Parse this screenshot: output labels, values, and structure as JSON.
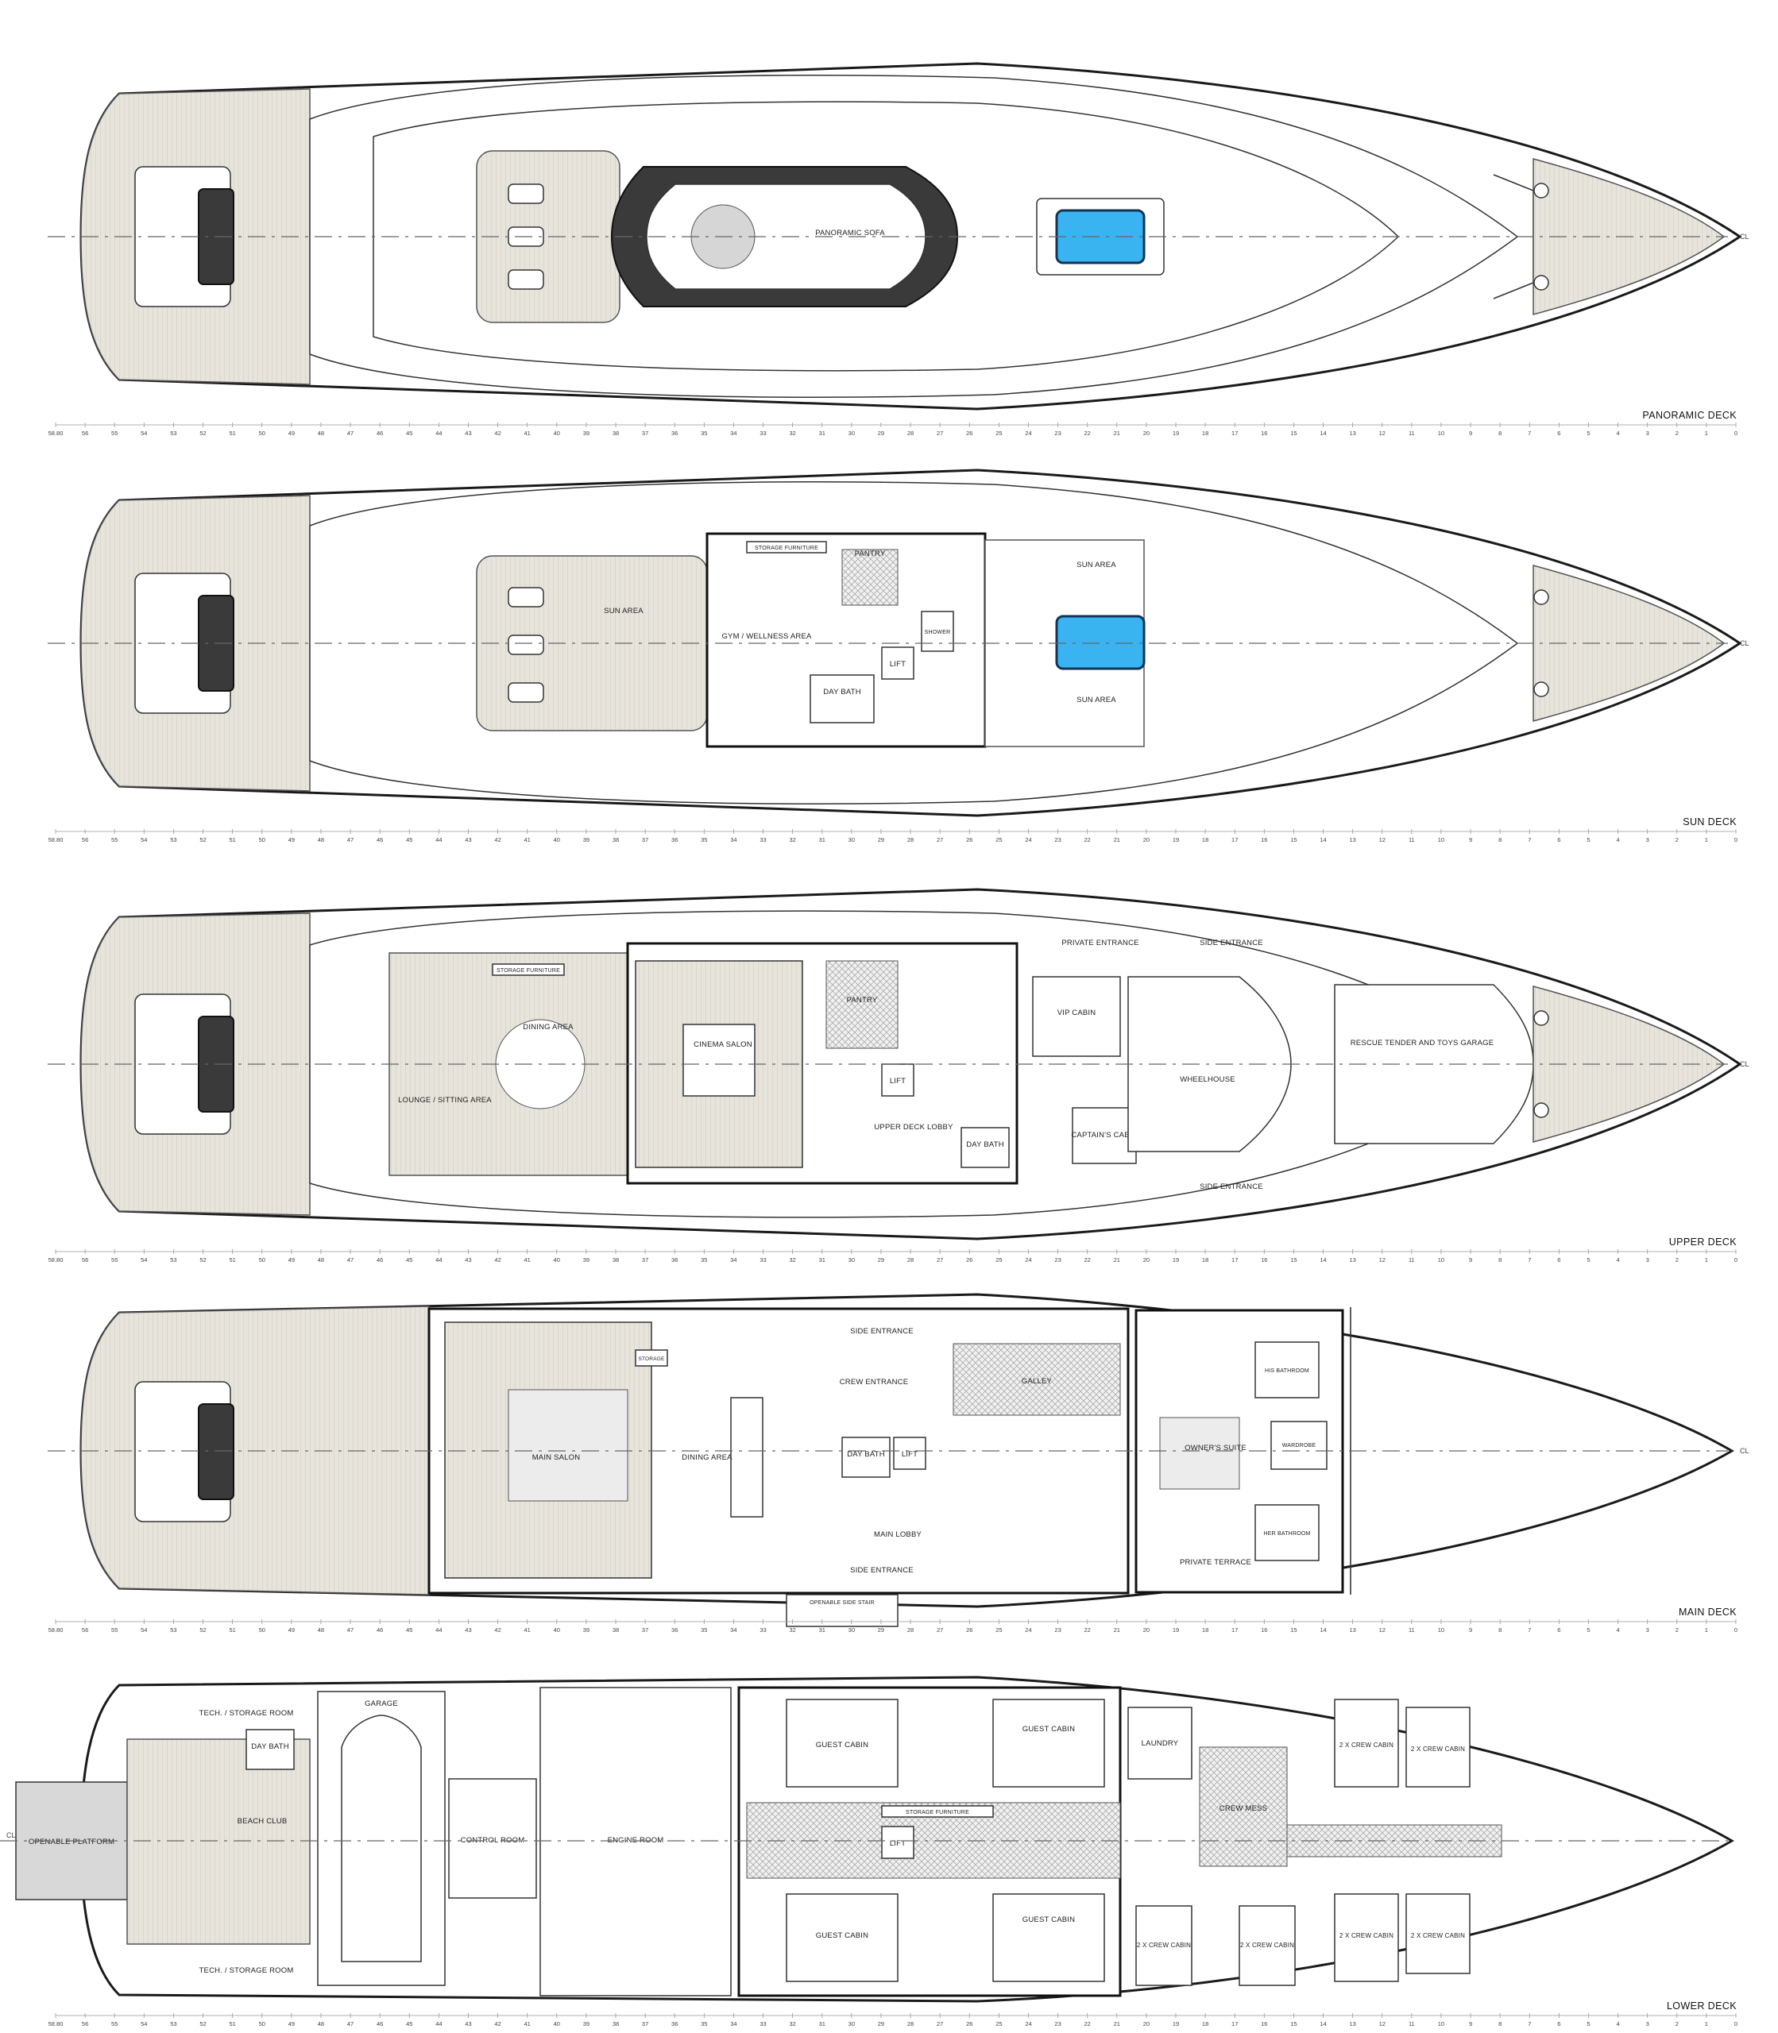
{
  "centerline_label": "CL",
  "frame_ticks": [
    "58.80",
    "56",
    "55",
    "54",
    "53",
    "52",
    "51",
    "50",
    "49",
    "48",
    "47",
    "46",
    "45",
    "44",
    "43",
    "42",
    "41",
    "40",
    "39",
    "38",
    "37",
    "36",
    "35",
    "34",
    "33",
    "32",
    "31",
    "30",
    "29",
    "28",
    "27",
    "26",
    "25",
    "24",
    "23",
    "22",
    "21",
    "20",
    "19",
    "18",
    "17",
    "16",
    "15",
    "14",
    "13",
    "12",
    "11",
    "10",
    "9",
    "8",
    "7",
    "6",
    "5",
    "4",
    "3",
    "2",
    "1",
    "0"
  ],
  "decks": [
    {
      "id": "panoramic",
      "title": "PANORAMIC DECK",
      "rooms": [
        "PANORAMIC SOFA"
      ]
    },
    {
      "id": "sun",
      "title": "SUN DECK",
      "rooms": [
        "SUN AREA",
        "GYM / WELLNESS AREA",
        "PANTRY",
        "DAY BATH",
        "LIFT",
        "SHOWER",
        "SUN AREA",
        "SUN AREA",
        "STORAGE FURNITURE"
      ]
    },
    {
      "id": "upper",
      "title": "UPPER DECK",
      "rooms": [
        "DINING AREA",
        "LOUNGE / SITTING AREA",
        "CINEMA SALON",
        "PANTRY",
        "LIFT",
        "UPPER DECK LOBBY",
        "DAY BATH",
        "VIP CABIN",
        "WHEELHOUSE",
        "CAPTAIN'S CABIN",
        "PRIVATE ENTRANCE",
        "SIDE ENTRANCE",
        "SIDE ENTRANCE",
        "RESCUE TENDER AND TOYS GARAGE",
        "STORAGE FURNITURE"
      ]
    },
    {
      "id": "main",
      "title": "MAIN DECK",
      "rooms": [
        "MAIN SALON",
        "DINING AREA",
        "DAY BATH",
        "LIFT",
        "MAIN LOBBY",
        "CREW ENTRANCE",
        "GALLEY",
        "SIDE ENTRANCE",
        "SIDE ENTRANCE",
        "OWNER'S SUITE",
        "PRIVATE TERRACE",
        "OPENABLE SIDE STAIR",
        "WARDROBE",
        "HIS BATHROOM",
        "HER BATHROOM",
        "STORAGE"
      ]
    },
    {
      "id": "lower",
      "title": "LOWER DECK",
      "rooms": [
        "OPENABLE PLATFORM",
        "BEACH CLUB",
        "TECH. / STORAGE ROOM",
        "TECH. / STORAGE ROOM",
        "DAY BATH",
        "GARAGE",
        "CONTROL ROOM",
        "ENGINE ROOM",
        "GUEST CABIN",
        "GUEST CABIN",
        "GUEST CABIN",
        "GUEST CABIN",
        "LIFT",
        "LAUNDRY",
        "CREW MESS",
        "2 X CREW CABIN",
        "2 X CREW CABIN",
        "2 X CREW CABIN",
        "2 X CREW CABIN",
        "2 X CREW CABIN",
        "2 X CREW CABIN",
        "STORAGE FURNITURE"
      ]
    }
  ]
}
